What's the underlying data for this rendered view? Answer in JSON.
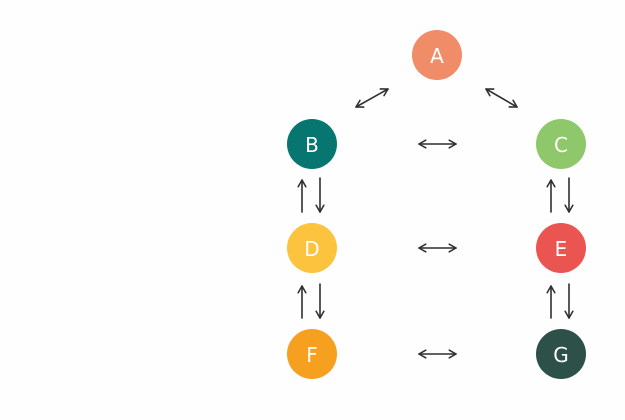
{
  "nodes": {
    "a": {
      "label": "A",
      "color": "#F08C68"
    },
    "b": {
      "label": "B",
      "color": "#087670"
    },
    "c": {
      "label": "C",
      "color": "#8FC86B"
    },
    "d": {
      "label": "D",
      "color": "#FBC33E"
    },
    "e": {
      "label": "E",
      "color": "#EA5451"
    },
    "f": {
      "label": "F",
      "color": "#F6A020"
    },
    "g": {
      "label": "G",
      "color": "#2D5148"
    }
  },
  "edges": [
    {
      "from": "A",
      "to": "B",
      "style": "bidirectional"
    },
    {
      "from": "A",
      "to": "C",
      "style": "bidirectional"
    },
    {
      "from": "B",
      "to": "C",
      "style": "bidirectional"
    },
    {
      "from": "B",
      "to": "D",
      "style": "paired-arrows"
    },
    {
      "from": "C",
      "to": "E",
      "style": "paired-arrows"
    },
    {
      "from": "D",
      "to": "E",
      "style": "bidirectional"
    },
    {
      "from": "D",
      "to": "F",
      "style": "paired-arrows"
    },
    {
      "from": "E",
      "to": "G",
      "style": "paired-arrows"
    },
    {
      "from": "F",
      "to": "G",
      "style": "bidirectional"
    }
  ]
}
